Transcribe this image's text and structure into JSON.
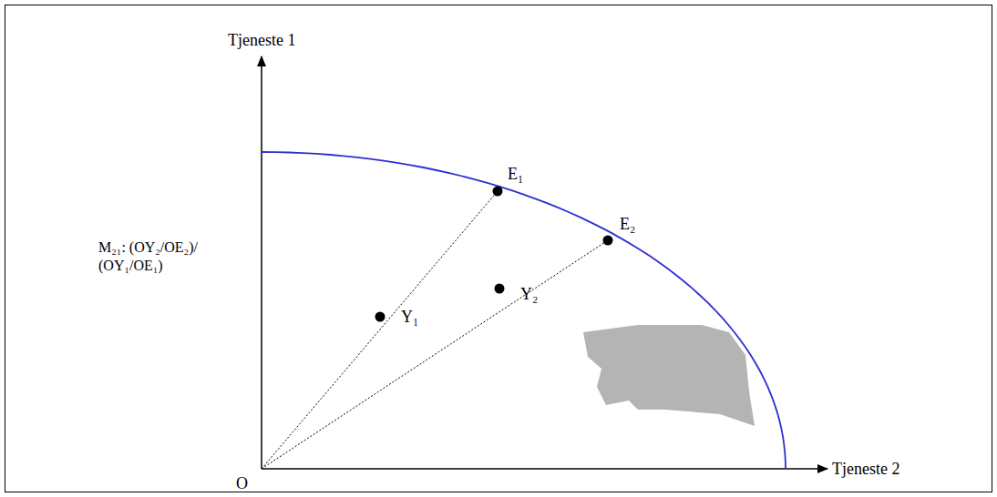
{
  "diagram": {
    "labels": [
      "Tjeneste 1",
      "Tjeneste 2",
      "O",
      "E₁",
      "E₂",
      "Y₁",
      "Y₂",
      "M₂₁: (OY₂/OE₂)/ (OY₁/OE₁)"
    ]
  }
}
